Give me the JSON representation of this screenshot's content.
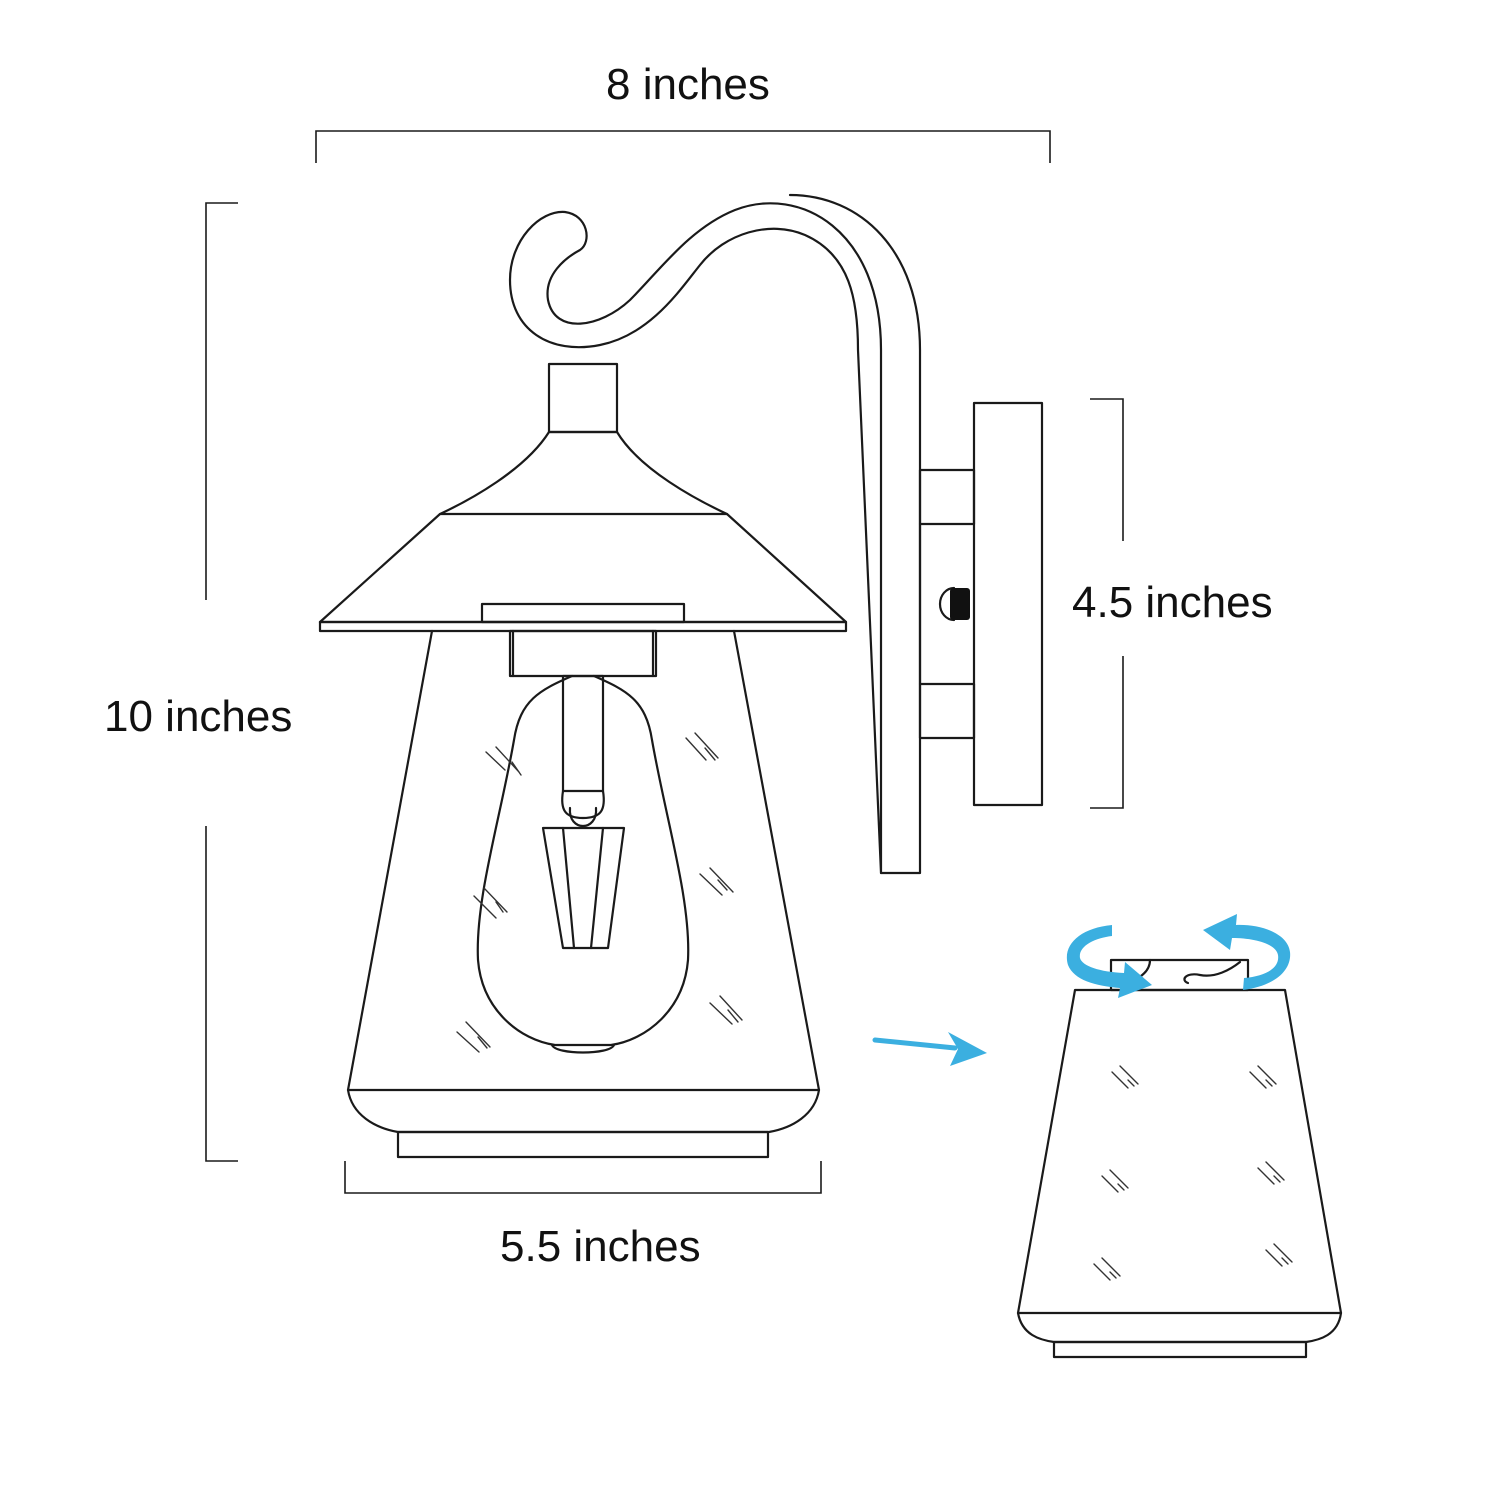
{
  "dimensions": {
    "width_label": "8 inches",
    "height_label": "10 inches",
    "backplate_label": "4.5 inches",
    "base_label": "5.5 inches"
  },
  "product": {
    "type": "outdoor wall lantern",
    "parts": [
      "gooseneck arm",
      "wall backplate",
      "lantern cap",
      "glass shade",
      "bulb socket",
      "bulb",
      "bottom ring"
    ]
  },
  "detail_view": {
    "description": "removable glass shade with twist-lock rotation",
    "arrow_color": "#3BAFE0",
    "rotation_arrows": 2
  }
}
